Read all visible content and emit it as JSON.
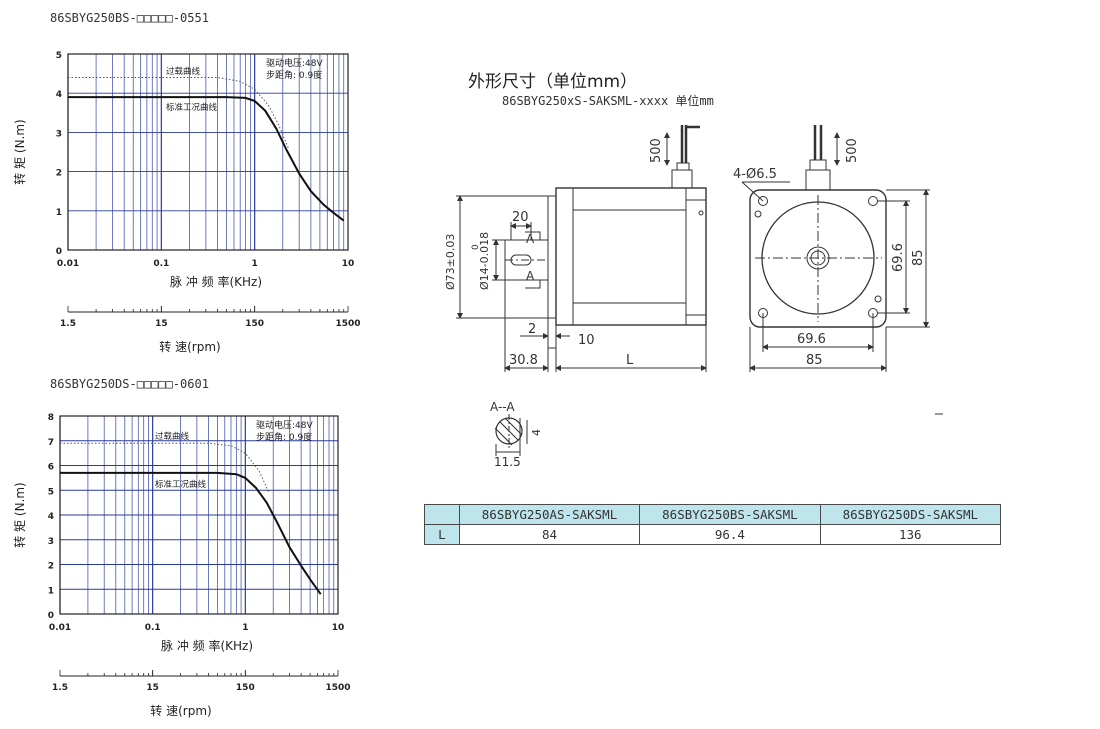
{
  "charts": [
    {
      "id": "bs",
      "title": "86SBYG250BS-□□□□□-0551"
    },
    {
      "id": "ds",
      "title": "86SBYG250DS-□□□□□-0601"
    }
  ],
  "chart_data": [
    {
      "type": "line",
      "title": "86SBYG250BS-□□□□□-0551",
      "xlabel": "脉 冲 频 率(KHz)",
      "ylabel": "转 矩 (N.m)",
      "x2label": "转 速(rpm)",
      "xscale": "log",
      "xlim": [
        0.01,
        10
      ],
      "ylim": [
        0,
        5
      ],
      "xticks": [
        "0.01",
        "0.1",
        "1",
        "10"
      ],
      "yticks": [
        "0",
        "1",
        "2",
        "3",
        "4",
        "5"
      ],
      "x2ticks": [
        "1.5",
        "15",
        "150",
        "1500"
      ],
      "grid": true,
      "annotations": [
        "驱动电压:48V",
        "步距角: 0.9度"
      ],
      "series": [
        {
          "name": "标准工况曲线",
          "style": "solid",
          "x": [
            0.01,
            0.1,
            0.5,
            0.8,
            1.0,
            1.3,
            1.7,
            2.2,
            3.0,
            4.0,
            5.5,
            7.0,
            9.0
          ],
          "y": [
            3.9,
            3.9,
            3.9,
            3.88,
            3.8,
            3.55,
            3.1,
            2.55,
            1.95,
            1.5,
            1.15,
            0.95,
            0.75
          ]
        },
        {
          "name": "过载曲线",
          "style": "dotted",
          "x": [
            0.01,
            0.1,
            0.4,
            0.7,
            1.0,
            1.4,
            1.8,
            2.3
          ],
          "y": [
            4.4,
            4.4,
            4.4,
            4.3,
            4.1,
            3.7,
            3.2,
            2.6
          ]
        }
      ]
    },
    {
      "type": "line",
      "title": "86SBYG250DS-□□□□□-0601",
      "xlabel": "脉 冲 频 率(KHz)",
      "ylabel": "转 矩 (N.m)",
      "x2label": "转 速(rpm)",
      "xscale": "log",
      "xlim": [
        0.01,
        10
      ],
      "ylim": [
        0,
        8
      ],
      "xticks": [
        "0.01",
        "0.1",
        "1",
        "10"
      ],
      "yticks": [
        "0",
        "1",
        "2",
        "3",
        "4",
        "5",
        "6",
        "7",
        "8"
      ],
      "x2ticks": [
        "1.5",
        "15",
        "150",
        "1500"
      ],
      "grid": true,
      "annotations": [
        "驱动电压:48V",
        "步距角: 0.9度"
      ],
      "series": [
        {
          "name": "标准工况曲线",
          "style": "solid",
          "x": [
            0.01,
            0.1,
            0.5,
            0.8,
            1.0,
            1.3,
            1.7,
            2.2,
            3.0,
            4.0,
            5.0,
            6.5
          ],
          "y": [
            5.7,
            5.7,
            5.7,
            5.65,
            5.5,
            5.1,
            4.5,
            3.7,
            2.7,
            1.95,
            1.4,
            0.8
          ]
        },
        {
          "name": "过载曲线",
          "style": "dotted",
          "x": [
            0.01,
            0.1,
            0.4,
            0.7,
            1.0,
            1.4,
            1.8
          ],
          "y": [
            6.9,
            6.9,
            6.9,
            6.8,
            6.5,
            5.8,
            4.9
          ]
        }
      ]
    }
  ],
  "dimensions": {
    "title": "外形尺寸（单位mm）",
    "subtitle": "86SBYG250xS-SAKSML-xxxx  单位mm",
    "labels": {
      "lead_left": "500",
      "lead_right": "500",
      "holes": "4-Ø6.5",
      "key_len": "20",
      "section_a": "A",
      "pilot": "Ø73±0.03",
      "shaft": "Ø14-0.018",
      "shaft_sub": "0",
      "flange_thk": "2",
      "shaft_depth": "10",
      "shaft_ext": "30.8",
      "body_len": "L",
      "hole_pitch_v": "69.6",
      "square_v": "85",
      "hole_pitch_h": "69.6",
      "square_h": "85",
      "section_title": "A--A",
      "key_depth": "4",
      "flat_width": "11.5"
    }
  },
  "table": {
    "headers": [
      "",
      "86SBYG250AS-SAKSML",
      "86SBYG250BS-SAKSML",
      "86SBYG250DS-SAKSML"
    ],
    "rows": [
      [
        "L",
        "84",
        "96.4",
        "136"
      ]
    ]
  }
}
